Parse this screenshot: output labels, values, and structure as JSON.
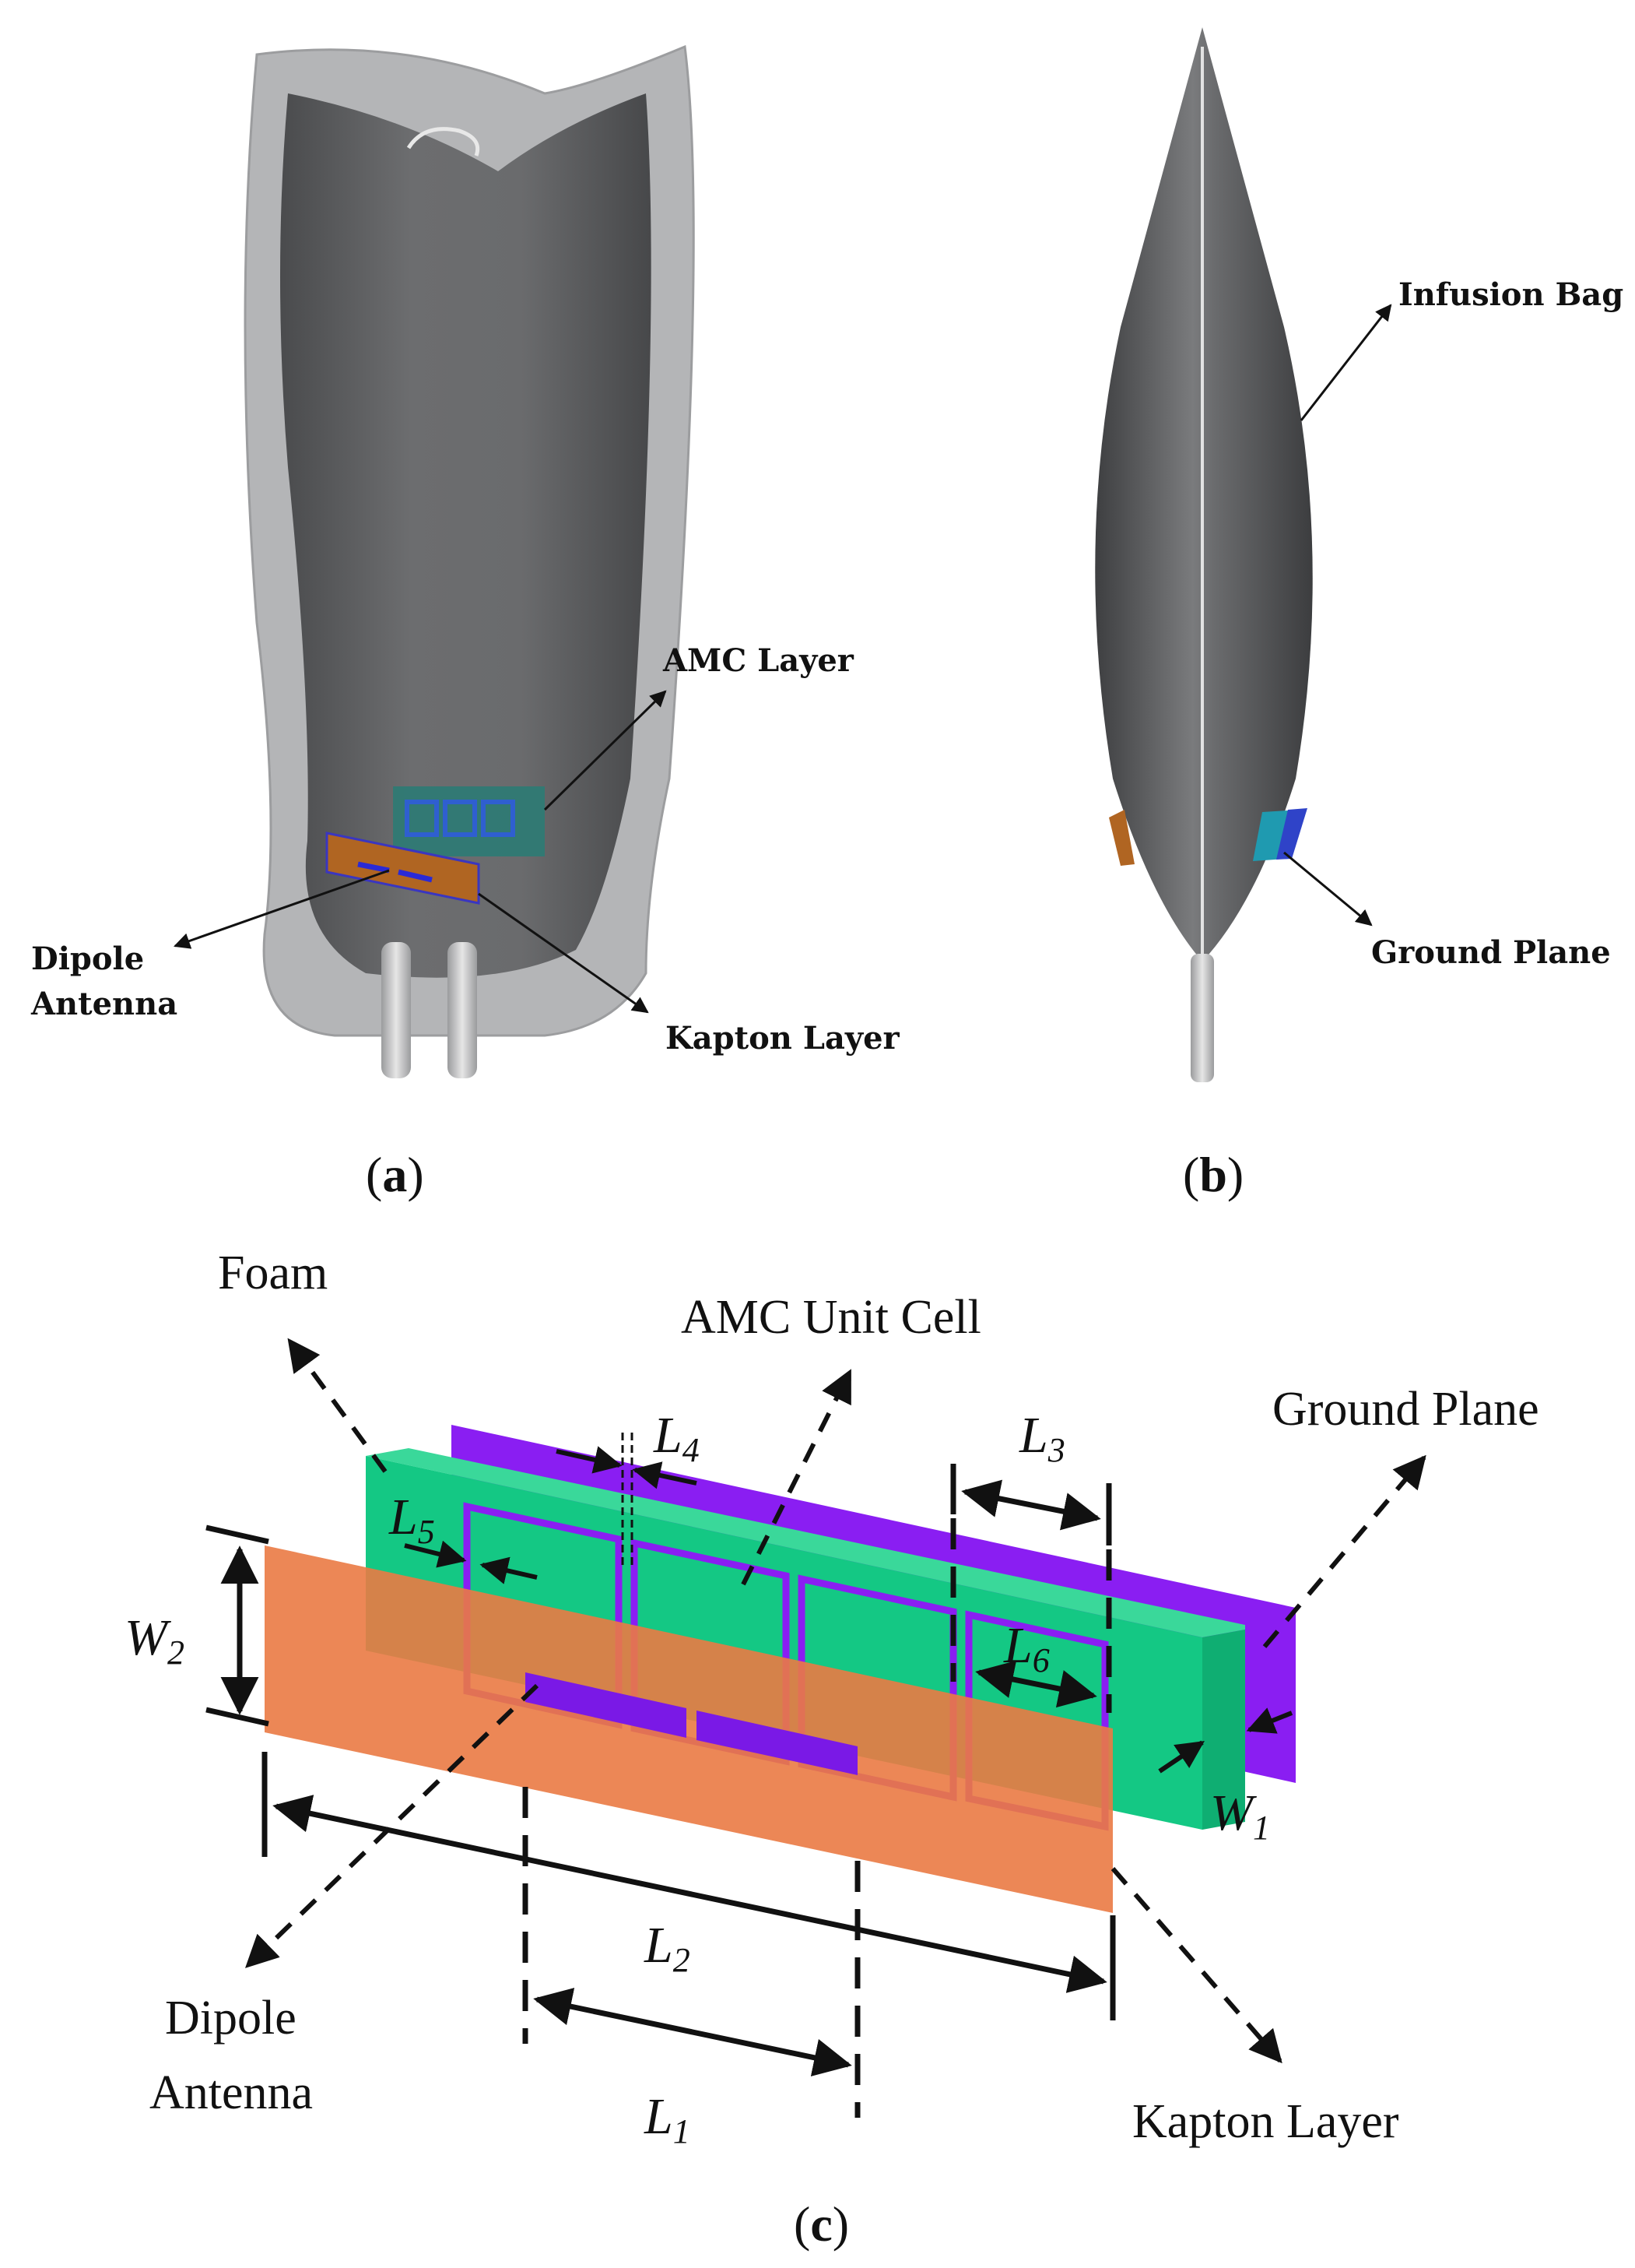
{
  "panel_a": {
    "caption_letter": "a",
    "labels": {
      "amc_layer": "AMC Layer",
      "dipole_line1": "Dipole",
      "dipole_line2": "Antenna",
      "kapton_layer": "Kapton Layer"
    }
  },
  "panel_b": {
    "caption_letter": "b",
    "labels": {
      "infusion_bag": "Infusion Bag",
      "ground_plane": "Ground Plane"
    }
  },
  "panel_c": {
    "caption_letter": "c",
    "labels": {
      "foam": "Foam",
      "amc_unit_cell": "AMC Unit Cell",
      "ground_plane": "Ground Plane",
      "dipole_line1": "Dipole",
      "dipole_line2": "Antenna",
      "kapton_layer": "Kapton Layer"
    },
    "dimensions": {
      "L1": {
        "base": "L",
        "sub": "1"
      },
      "L2": {
        "base": "L",
        "sub": "2"
      },
      "L3": {
        "base": "L",
        "sub": "3"
      },
      "L4": {
        "base": "L",
        "sub": "4"
      },
      "L5": {
        "base": "L",
        "sub": "5"
      },
      "L6": {
        "base": "L",
        "sub": "6"
      },
      "W1": {
        "base": "W",
        "sub": "1"
      },
      "W2": {
        "base": "W",
        "sub": "2"
      }
    }
  },
  "colors": {
    "bag": "#5f6062",
    "bag_light": "#8f9092",
    "kapton": "#e8814f",
    "foam": "#14c884",
    "ground": "#8a1ef2",
    "dipole": "#7a19e6",
    "amc_blue": "#2f5fd0"
  }
}
